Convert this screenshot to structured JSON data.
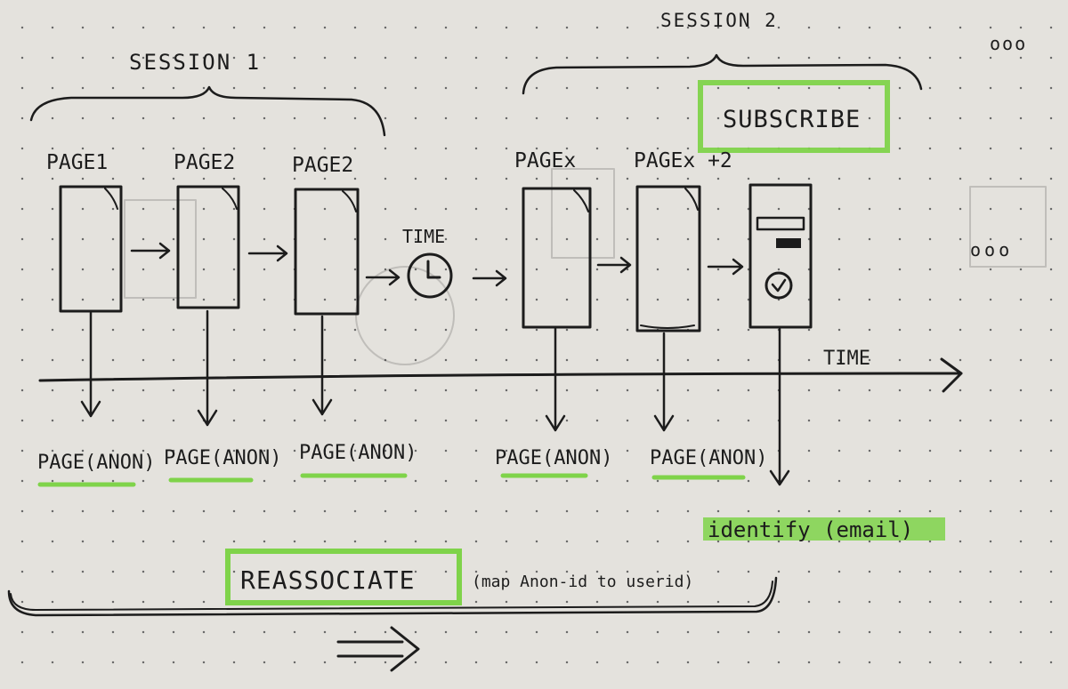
{
  "sessions": [
    {
      "label": "SESSION 1"
    },
    {
      "label": "SESSION 2"
    }
  ],
  "pages": [
    {
      "title": "PAGE1",
      "event": "PAGE(ANON)"
    },
    {
      "title": "PAGE2",
      "event": "PAGE(ANON)"
    },
    {
      "title": "PAGE2",
      "event": "PAGE(ANON)"
    },
    {
      "title": "PAGEx",
      "event": "PAGE(ANON)"
    },
    {
      "title": "PAGEx +2",
      "event": "PAGE(ANON)"
    }
  ],
  "subscribe": {
    "label": "SUBSCRIBE"
  },
  "time_gap": {
    "label": "TIME"
  },
  "timeline": {
    "label": "TIME"
  },
  "identify": {
    "label": "identify (email)"
  },
  "reassociate": {
    "label": "REASSOCIATE",
    "note": "(map Anon-id to userid)"
  },
  "ellipsis": {
    "label": "ooo"
  },
  "colors": {
    "highlight": "#7fd34a",
    "ink": "#1c1c1c",
    "paper": "#e4e2dd"
  }
}
